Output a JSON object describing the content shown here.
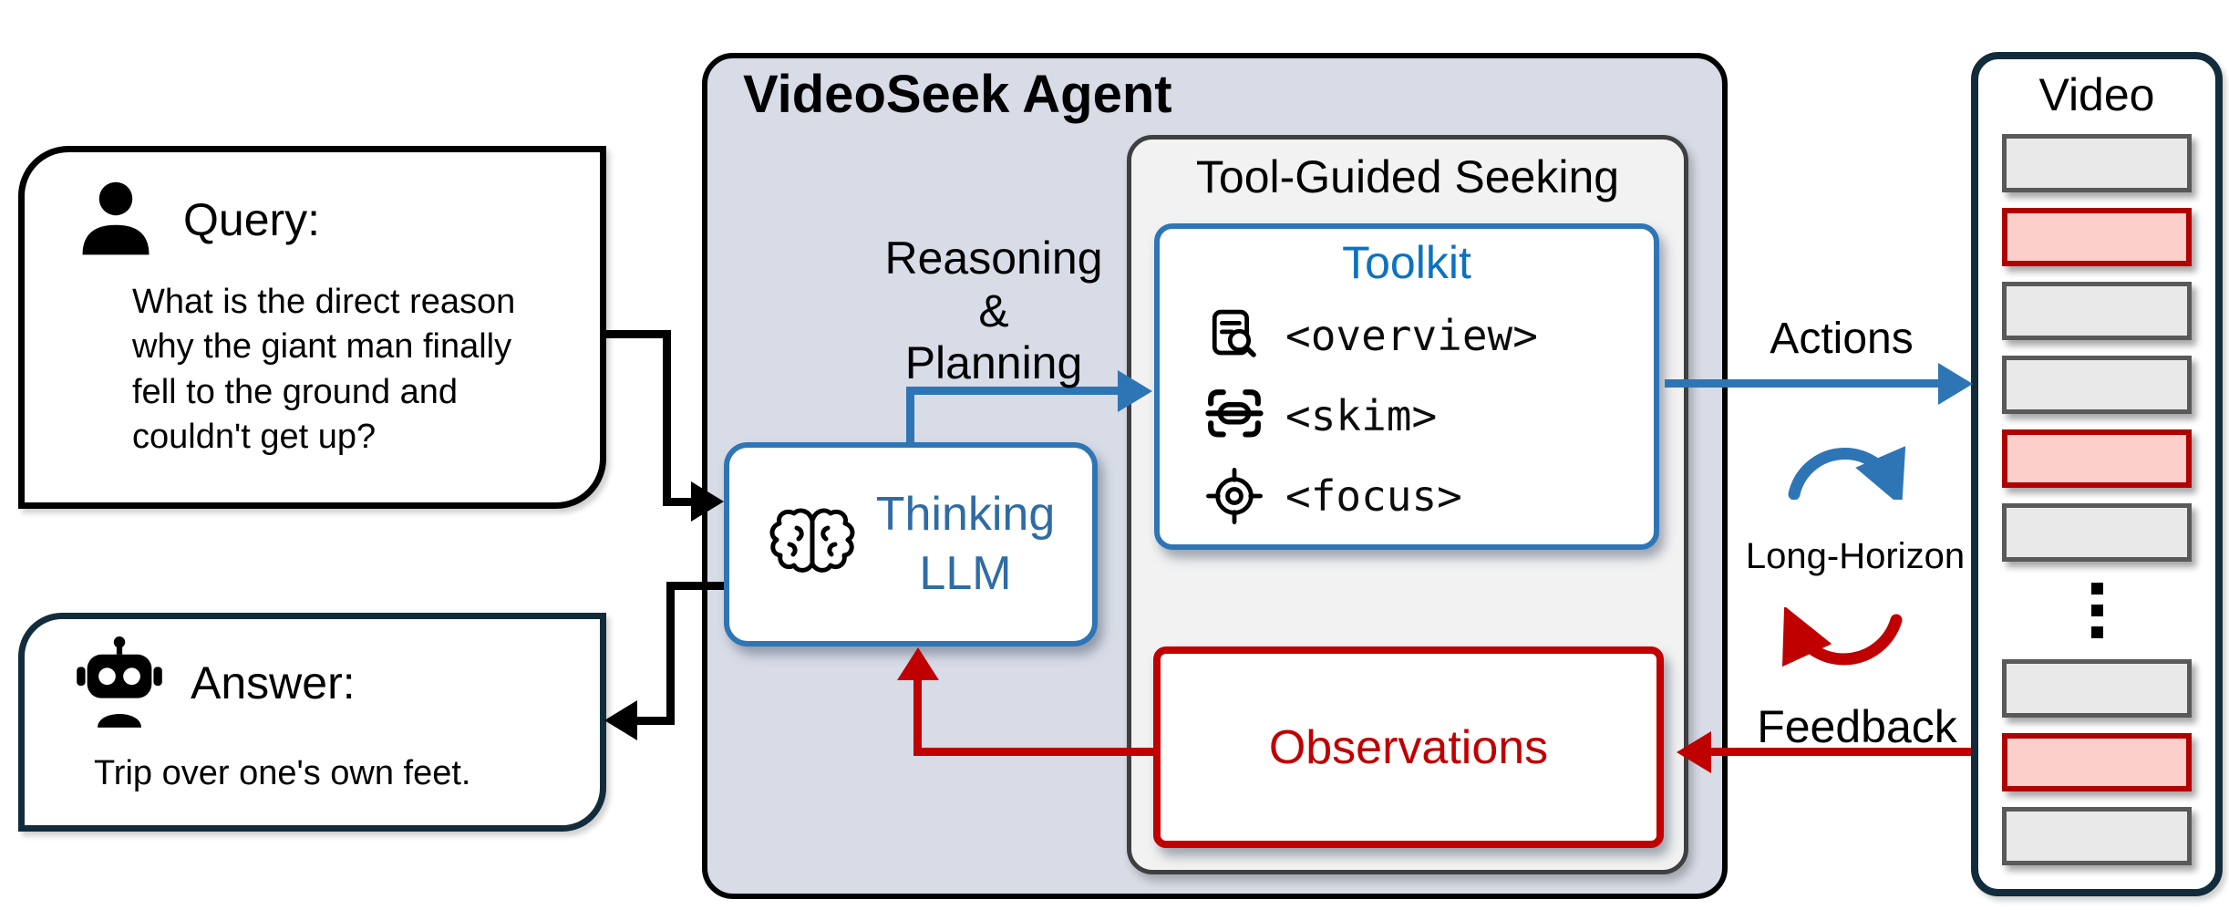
{
  "query_box": {
    "icon": "person-icon",
    "title": "Query:",
    "body": "What is the direct reason\nwhy the giant man finally\nfell to the ground and\ncouldn't get up?"
  },
  "answer_box": {
    "icon": "robot-icon",
    "title": "Answer:",
    "body": "Trip over one's own feet."
  },
  "agent": {
    "title": "VideoSeek Agent",
    "reasoning_label": "Reasoning\n&\nPlanning",
    "thinking_llm": {
      "icon": "brain-icon",
      "label": "Thinking\nLLM"
    },
    "tool_guided": {
      "title": "Tool-Guided Seeking",
      "toolkit": {
        "title": "Toolkit",
        "items": [
          {
            "icon": "overview-icon",
            "label": "<overview>"
          },
          {
            "icon": "skim-icon",
            "label": "<skim>"
          },
          {
            "icon": "focus-icon",
            "label": "<focus>"
          }
        ]
      },
      "observations": {
        "label": "Observations"
      }
    }
  },
  "flow": {
    "actions_label": "Actions",
    "long_horizon_label": "Long-Horizon",
    "feedback_label": "Feedback"
  },
  "video": {
    "title": "Video",
    "frames": [
      "gray",
      "red",
      "gray",
      "gray",
      "red",
      "gray",
      "ellipsis",
      "gray",
      "red",
      "gray"
    ]
  },
  "colors": {
    "accent_blue": "#2E75B6",
    "toolkit_blue": "#0B72C2",
    "llm_blue": "#2E6CA5",
    "red": "#C00000",
    "navy": "#122C3B",
    "agent_bg": "#D8DCE7",
    "tool_bg": "#F2F2F2",
    "frame_gray": "#E9E9E9",
    "frame_gray_border": "#595959",
    "frame_red": "#FBD0CA",
    "frame_red_border": "#B00000"
  }
}
